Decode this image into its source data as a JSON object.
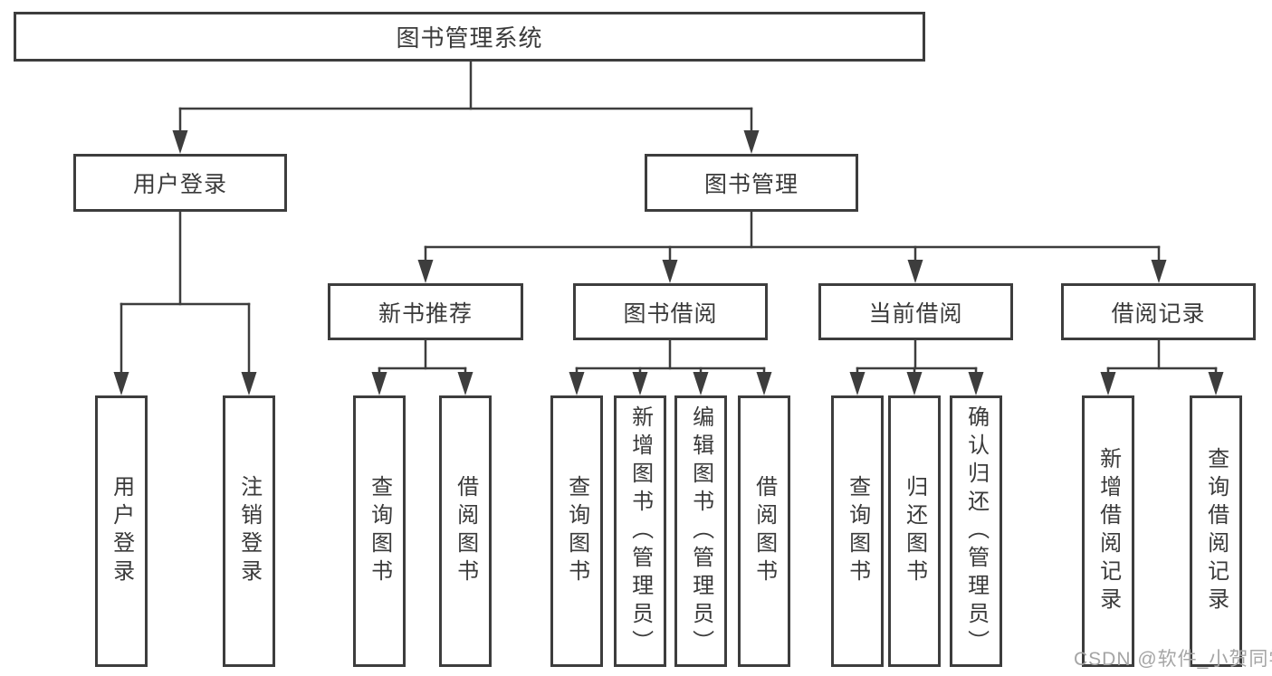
{
  "diagram": {
    "title": "图书管理系统",
    "root": {
      "label": "图书管理系统",
      "children": [
        {
          "label": "用户登录",
          "leaves": [
            "用户登录",
            "注销登录"
          ]
        },
        {
          "label": "图书管理",
          "children": [
            {
              "label": "新书推荐",
              "leaves": [
                "查询图书",
                "借阅图书"
              ]
            },
            {
              "label": "图书借阅",
              "leaves": [
                "查询图书",
                "新增图书（管理员）",
                "编辑图书（管理员）",
                "借阅图书"
              ]
            },
            {
              "label": "当前借阅",
              "leaves": [
                "查询图书",
                "归还图书",
                "确认归还（管理员）"
              ]
            },
            {
              "label": "借阅记录",
              "leaves": [
                "新增借阅记录",
                "查询借阅记录"
              ]
            }
          ]
        }
      ]
    }
  },
  "watermark": {
    "text": "CSDN @软件_小贺同学"
  },
  "colors": {
    "line": "#3d3d3d",
    "text": "#3a3a3a",
    "box_background": "#ffffff",
    "page_background": "#ffffff",
    "watermark": "#a5a5a5"
  }
}
